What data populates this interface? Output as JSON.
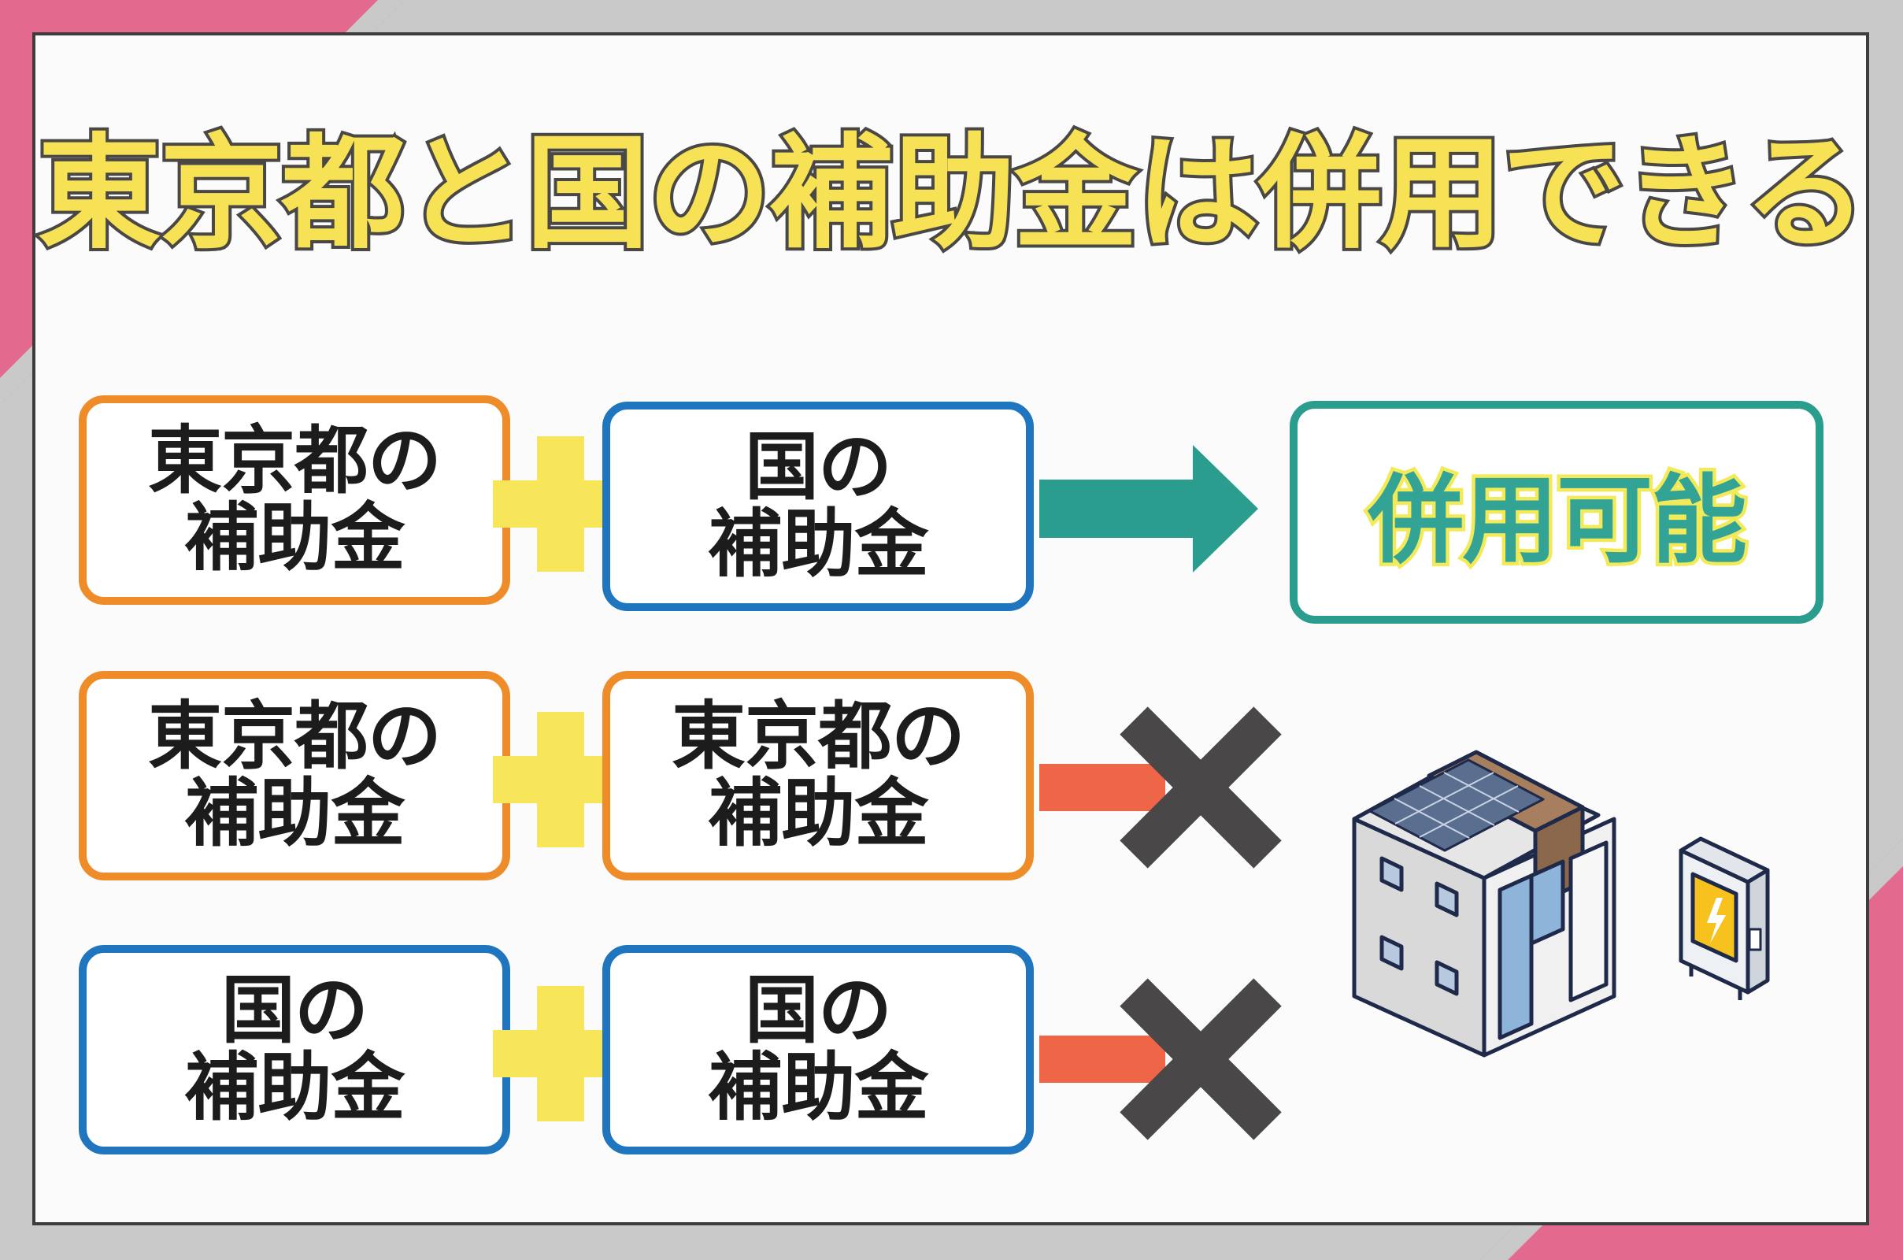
{
  "title": "東京都と国の補助金は併用できる",
  "colors": {
    "accent_pink": "#e4698f",
    "title_yellow": "#f7e256",
    "orange_border": "#ef8c2a",
    "blue_border": "#1f76bf",
    "teal": "#2a9d8f",
    "red_arrow": "#ee6548",
    "cross": "#4a4748",
    "plus_yellow": "#f7e55a"
  },
  "rows": [
    {
      "left": {
        "text": "東京都の\n補助金",
        "border": "orange"
      },
      "right": {
        "text": "国の\n補助金",
        "border": "blue"
      },
      "result": "併用可能",
      "allowed": true
    },
    {
      "left": {
        "text": "東京都の\n補助金",
        "border": "orange"
      },
      "right": {
        "text": "東京都の\n補助金",
        "border": "orange"
      },
      "allowed": false
    },
    {
      "left": {
        "text": "国の\n補助金",
        "border": "blue"
      },
      "right": {
        "text": "国の\n補助金",
        "border": "blue"
      },
      "allowed": false
    }
  ],
  "icons": [
    "plus-icon",
    "arrow-right-icon",
    "cross-icon",
    "house-solar-panel-icon",
    "battery-storage-icon"
  ]
}
